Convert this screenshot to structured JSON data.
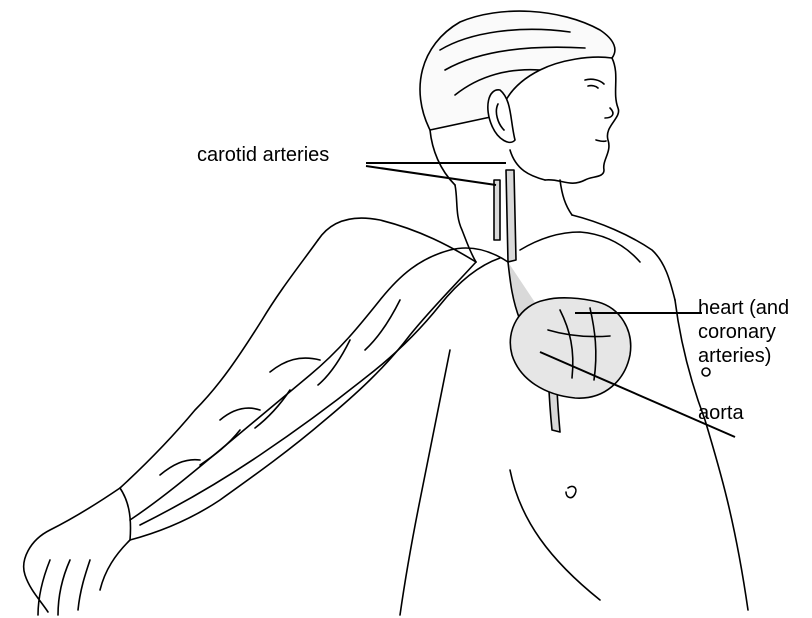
{
  "diagram": {
    "labels": {
      "carotid": "carotid arteries",
      "heart": [
        "heart (and",
        "coronary",
        "arteries)"
      ],
      "aorta": "aorta"
    }
  },
  "colors": {
    "ink": "#000000",
    "vessel_fill": "#d9d9d9",
    "heart_fill": "#e6e6e6",
    "background": "#ffffff"
  }
}
